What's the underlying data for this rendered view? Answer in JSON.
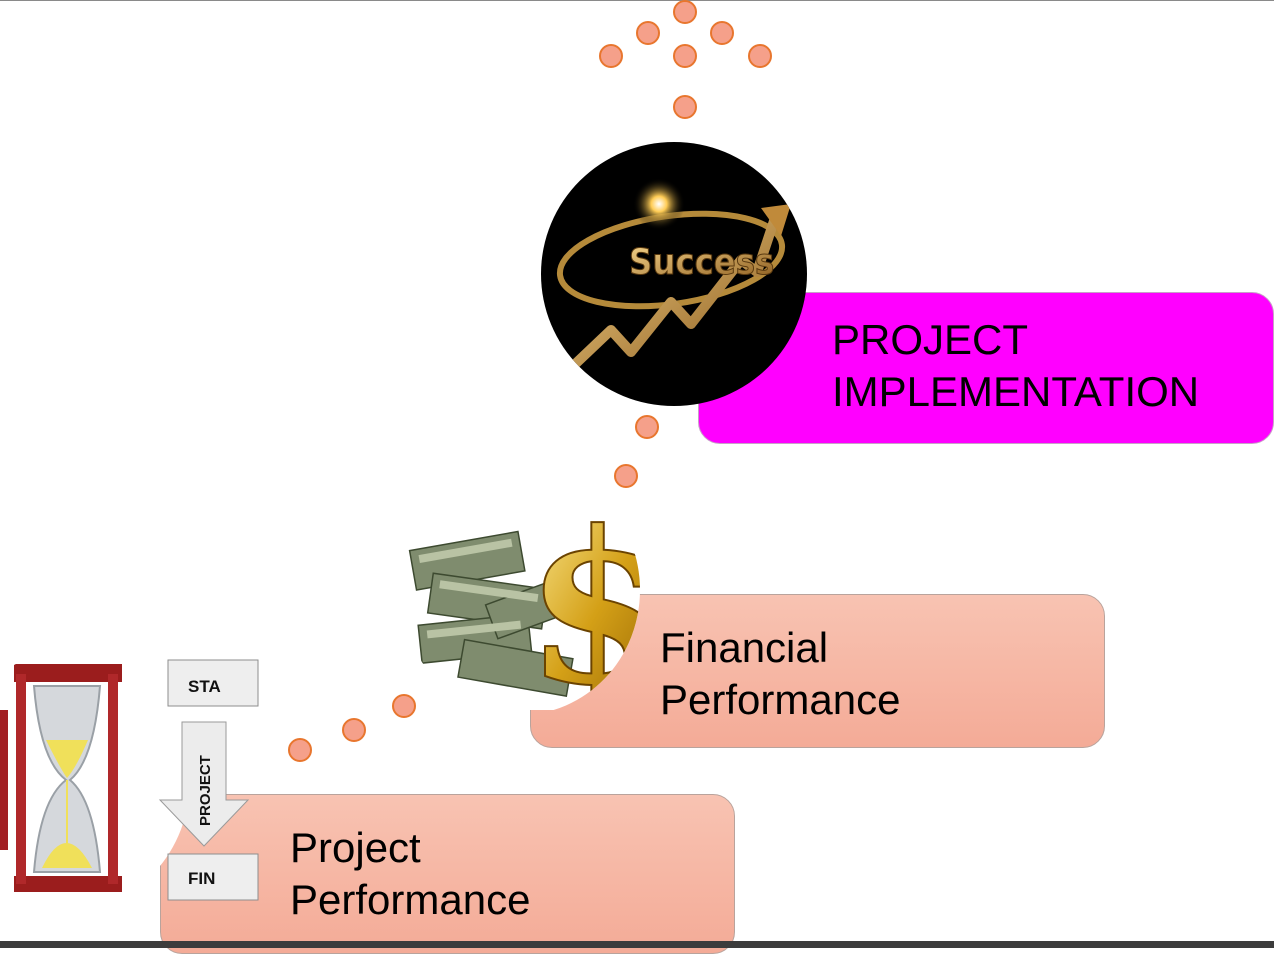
{
  "stages": [
    {
      "id": "project-performance",
      "line1": "Project",
      "line2": "Performance",
      "color": "#f6b5a2"
    },
    {
      "id": "financial-performance",
      "line1": "Financial",
      "line2": "Performance",
      "color": "#f6b5a2"
    },
    {
      "id": "project-implementation",
      "line1": "PROJECT",
      "line2": "IMPLEMENTATION",
      "color": "#ff00ff"
    }
  ],
  "images": {
    "success_word": "Success",
    "flow_start": "STA",
    "flow_middle": "PROJECT",
    "flow_end": "FIN"
  },
  "colors": {
    "dot_fill": "#f5a08a",
    "dot_stroke": "#e8762e"
  }
}
